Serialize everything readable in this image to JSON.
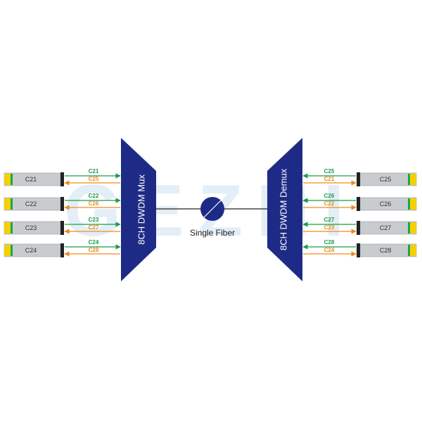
{
  "watermark": "GEZHI",
  "mux": {
    "label": "8CH DWDM Mux"
  },
  "demux": {
    "label": "8CH DWDM Demux"
  },
  "fiber": {
    "label": "Single Fiber"
  },
  "colors": {
    "tx": "#1a9b4a",
    "rx": "#f08a1c",
    "unit": "#1e2b86",
    "module": "#c9cccf",
    "module_yellow": "#f5d000",
    "module_green": "#1aa64a",
    "connector": "#222222"
  },
  "left_modules": [
    {
      "channel": "C21",
      "tx": "C21",
      "rx": "C25"
    },
    {
      "channel": "C22",
      "tx": "C22",
      "rx": "C26"
    },
    {
      "channel": "C23",
      "tx": "C23",
      "rx": "C27"
    },
    {
      "channel": "C24",
      "tx": "C24",
      "rx": "C28"
    }
  ],
  "right_modules": [
    {
      "channel": "C25",
      "tx": "C25",
      "rx": "C21"
    },
    {
      "channel": "C26",
      "tx": "C26",
      "rx": "C22"
    },
    {
      "channel": "C27",
      "tx": "C27",
      "rx": "C23"
    },
    {
      "channel": "C28",
      "tx": "C28",
      "rx": "C24"
    }
  ]
}
